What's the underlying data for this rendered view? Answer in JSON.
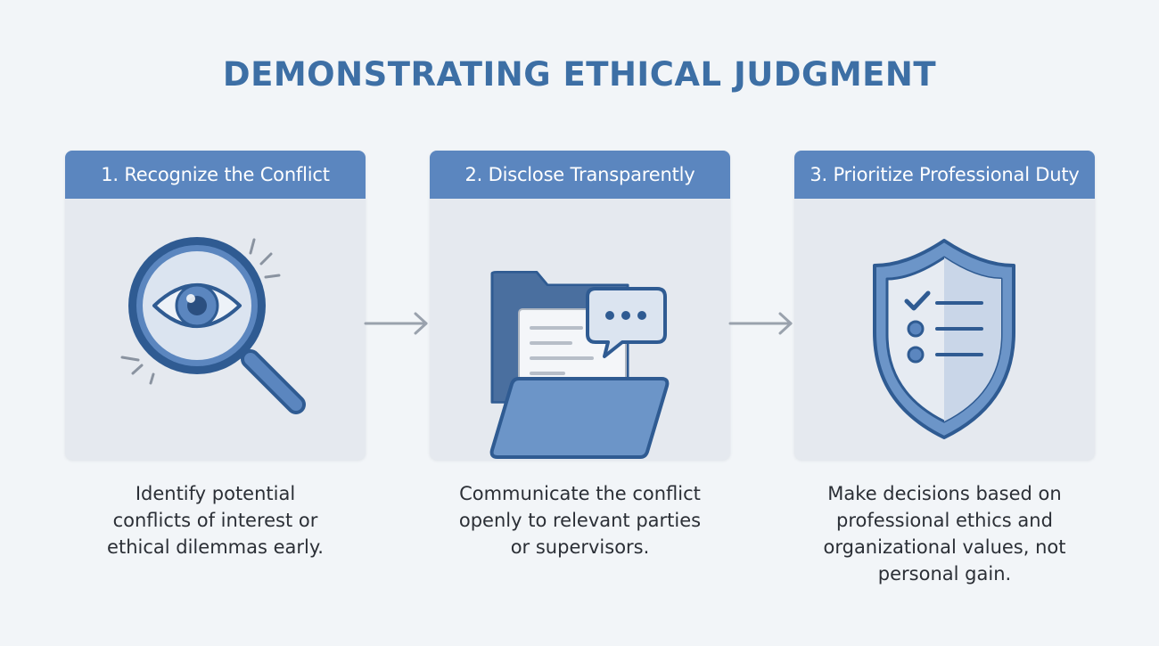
{
  "title": "DEMONSTRATING ETHICAL JUDGMENT",
  "steps": [
    {
      "header": "1. Recognize the Conflict",
      "icon": "magnifying-glass-eye-icon",
      "description": "Identify potential conflicts of interest or ethical dilemmas early."
    },
    {
      "header": "2. Disclose Transparently",
      "icon": "folder-speech-bubble-icon",
      "description": "Communicate the conflict openly to relevant parties or supervisors."
    },
    {
      "header": "3. Prioritize Professional Duty",
      "icon": "shield-checklist-icon",
      "description": "Make decisions based on professional ethics and organizational values, not personal gain."
    }
  ],
  "colors": {
    "accent": "#5b86bf",
    "title": "#3d6fa5",
    "card_background": "#e5e9ef",
    "page_background": "#f2f5f8"
  }
}
